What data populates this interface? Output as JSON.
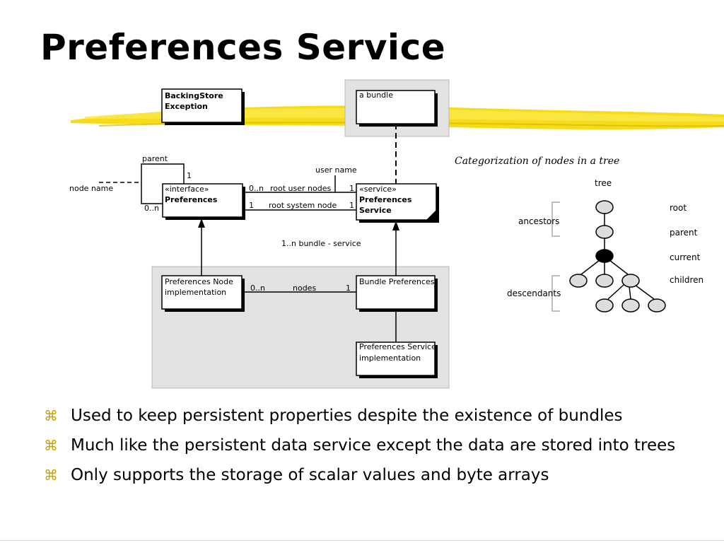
{
  "slide": {
    "title": "Preferences Service",
    "bullets": [
      "Used to keep persistent properties despite the existence of bundles",
      "Much like the persistent data service except the data are stored into trees",
      "Only supports the storage of scalar values and byte arrays"
    ],
    "bullet_symbol": "⌘"
  },
  "uml": {
    "backingstore": [
      "BackingStore",
      "Exception"
    ],
    "bundle": "a bundle",
    "preferences": [
      "«interface»",
      "Preferences"
    ],
    "prefservice": [
      "«service»",
      "Preferences",
      "Service"
    ],
    "node_impl": [
      "Preferences Node",
      "implementation"
    ],
    "bundle_prefs": "Bundle Preferences",
    "service_impl": [
      "Preferences Service",
      "implementation"
    ],
    "labels": {
      "parent": "parent",
      "parent_mult": "1",
      "node_name": "node name",
      "self_mult": "0..n",
      "user_name": "user name",
      "root_user_mult_left": "0..n",
      "root_user_nodes": "root user nodes",
      "root_user_mult_right": "1",
      "root_system_mult_left": "1",
      "root_system_node": "root system node",
      "root_system_mult_right": "1",
      "bundle_service": "1..n bundle - service",
      "nodes_mult_left": "0..n",
      "nodes": "nodes",
      "nodes_mult_right": "1"
    }
  },
  "tree": {
    "caption": "Categorization of nodes in a tree",
    "title": "tree",
    "ancestors": "ancestors",
    "descendants": "descendants",
    "root": "root",
    "parent": "parent",
    "current": "current",
    "children": "children"
  },
  "colors": {
    "highlight": "#f2d400",
    "panel": "#e2e2e2"
  }
}
